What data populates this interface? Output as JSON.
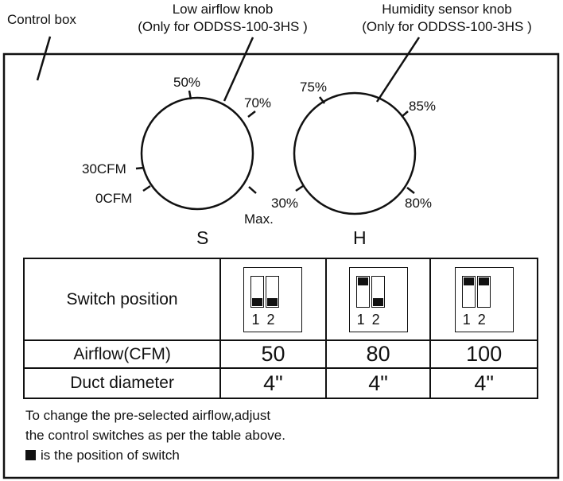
{
  "control_box": {
    "label": "Control box"
  },
  "low_airflow_knob": {
    "title": "Low airflow knob",
    "note_prefix": "(Only for ",
    "note_model": "ODDSS-100-3HS",
    "note_suffix": " )",
    "letter": "S",
    "marks": {
      "p50": "50%",
      "p70": "70%",
      "cfm30": "30CFM",
      "cfm0": "0CFM",
      "max": "Max."
    }
  },
  "humidity_knob": {
    "title": "Humidity sensor knob",
    "note_prefix": "(Only for ",
    "note_model": "ODDSS-100-3HS",
    "note_suffix": " )",
    "letter": "H",
    "marks": {
      "p75": "75%",
      "p85": "85%",
      "p30": "30%",
      "p80": "80%"
    }
  },
  "table": {
    "switch_position_label": "Switch position",
    "airflow_label": "Airflow(CFM)",
    "duct_label": "Duct diameter",
    "switch_numbers": [
      "1",
      "2"
    ],
    "columns": [
      {
        "switch1": "off",
        "switch2": "off",
        "airflow": "50",
        "duct": "4\""
      },
      {
        "switch1": "on",
        "switch2": "off",
        "airflow": "80",
        "duct": "4\""
      },
      {
        "switch1": "on",
        "switch2": "on",
        "airflow": "100",
        "duct": "4\""
      }
    ]
  },
  "note": {
    "line1": "To change the pre-selected airflow,adjust",
    "line2": "the control switches as per the table above.",
    "line3": "is the position of switch"
  }
}
